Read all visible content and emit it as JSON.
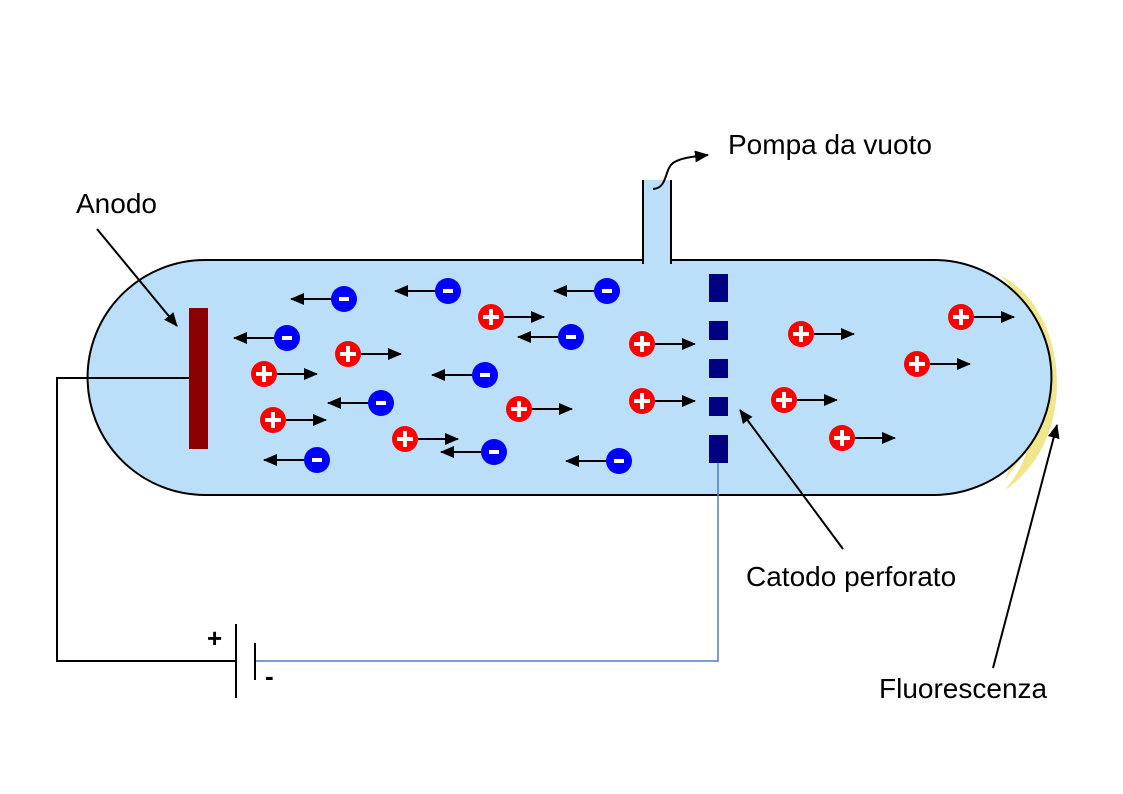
{
  "diagram": {
    "title": "Tubo a raggi canale (tubo di Goldstein)",
    "labels": {
      "anode": "Anodo",
      "vacuum_pump": "Pompa da vuoto",
      "cathode": "Catodo perforato",
      "fluorescence": "Fluorescenza"
    },
    "battery": {
      "positive_sign": "+",
      "negative_sign": "-"
    },
    "particle_symbols": {
      "positive": "+",
      "negative": "-"
    },
    "colors": {
      "tube_fill": "#bbdff8",
      "tube_stroke": "#000000",
      "anode": "#8b0000",
      "cathode": "#000080",
      "fluorescence": "#f0e68c",
      "positive_ion": "#ff0000",
      "electron": "#0000ff",
      "cathode_wire": "#4f7fbf"
    },
    "particles": {
      "negative_count": 10,
      "positive_count": 13,
      "negative_direction": "left (toward anode)",
      "positive_direction": "right (through cathode toward screen)"
    }
  }
}
